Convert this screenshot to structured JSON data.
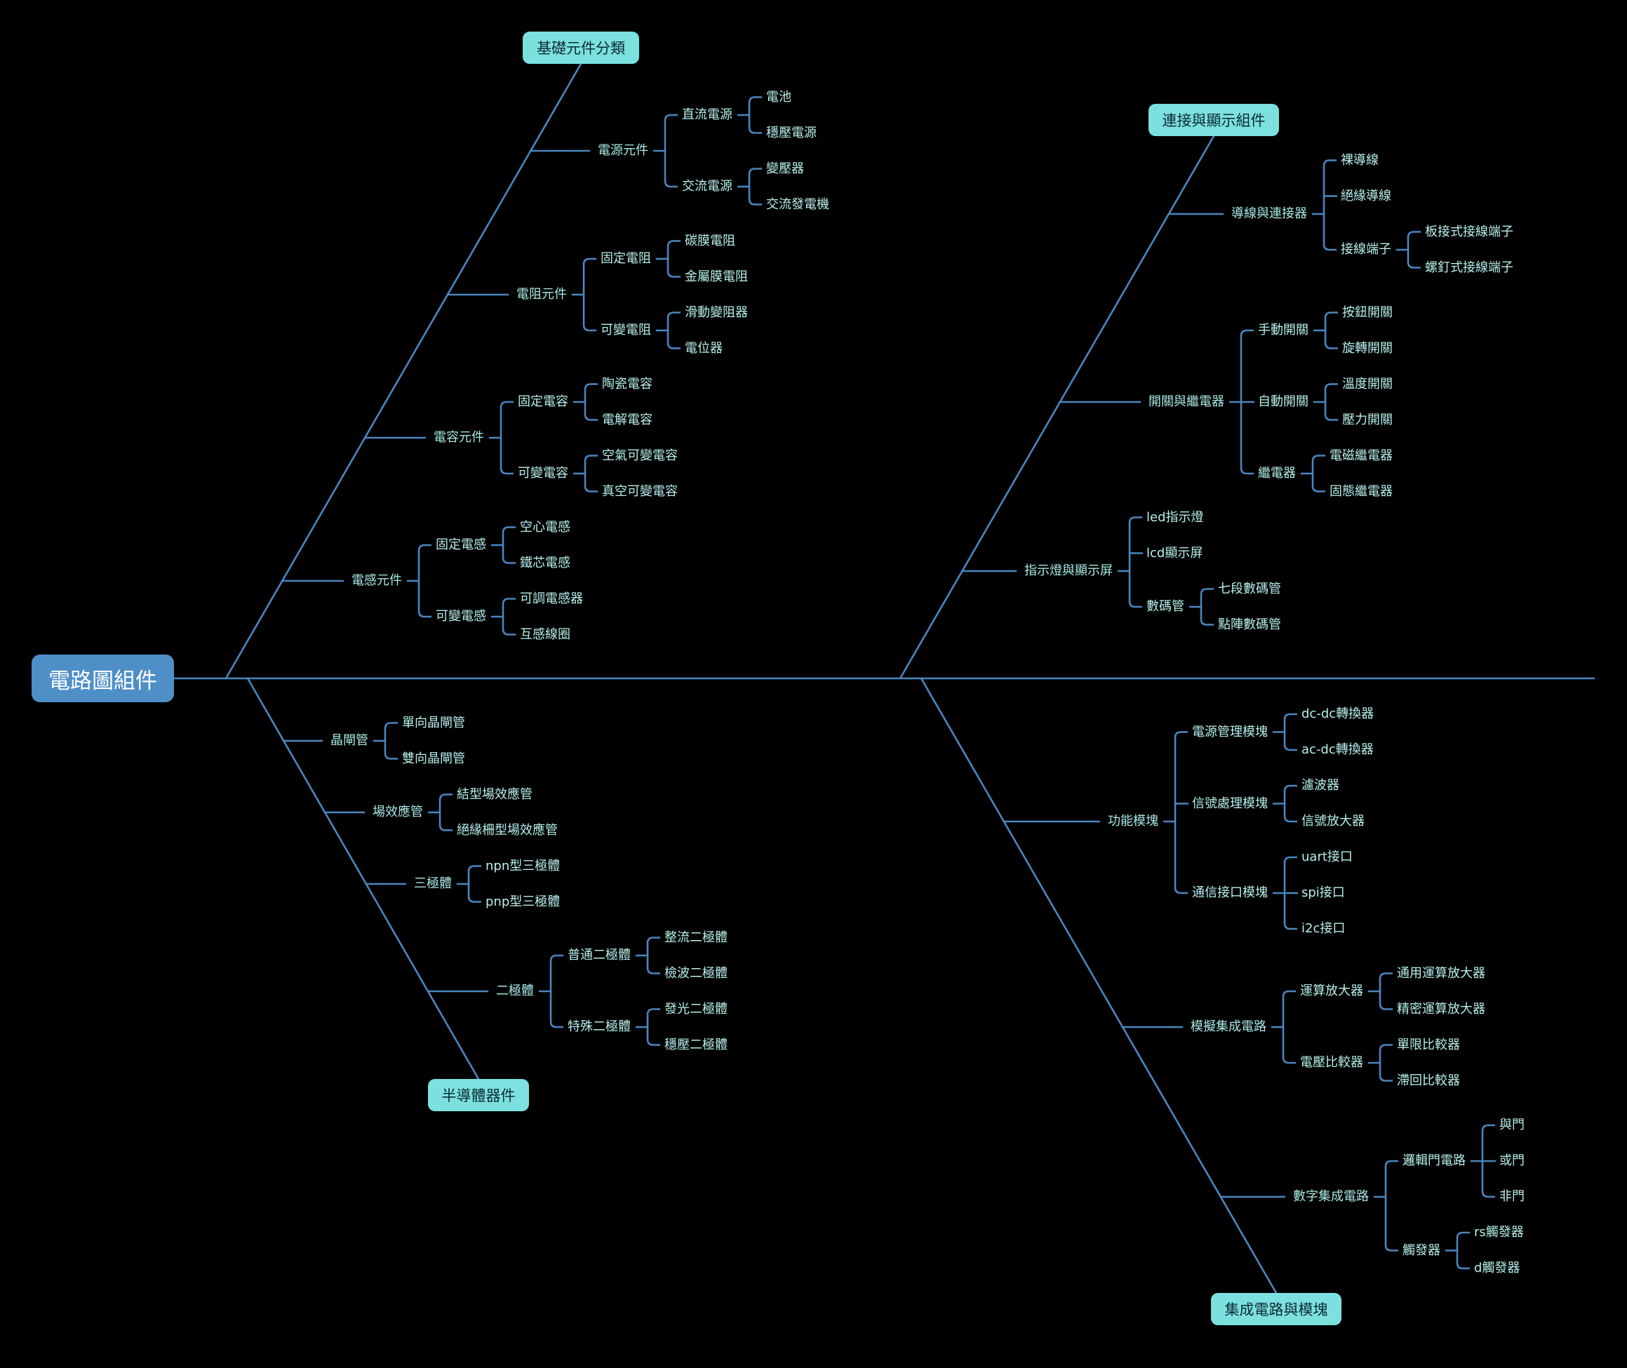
{
  "colors": {
    "background": "#000000",
    "line": "#4a86c0",
    "root_fill": "#4f8fc8",
    "main_fill": "#7ce0de",
    "text": "#a8eae6"
  },
  "root": {
    "label": "電路圖組件"
  },
  "branches": [
    {
      "id": "basic",
      "label": "基礎元件分類",
      "children": [
        {
          "label": "電源元件",
          "children": [
            {
              "label": "直流電源",
              "children": [
                {
                  "label": "電池"
                },
                {
                  "label": "穩壓電源"
                }
              ]
            },
            {
              "label": "交流電源",
              "children": [
                {
                  "label": "變壓器"
                },
                {
                  "label": "交流發電機"
                }
              ]
            }
          ]
        },
        {
          "label": "電阻元件",
          "children": [
            {
              "label": "固定電阻",
              "children": [
                {
                  "label": "碳膜電阻"
                },
                {
                  "label": "金屬膜電阻"
                }
              ]
            },
            {
              "label": "可變電阻",
              "children": [
                {
                  "label": "滑動變阻器"
                },
                {
                  "label": "電位器"
                }
              ]
            }
          ]
        },
        {
          "label": "電容元件",
          "children": [
            {
              "label": "固定電容",
              "children": [
                {
                  "label": "陶瓷電容"
                },
                {
                  "label": "電解電容"
                }
              ]
            },
            {
              "label": "可變電容",
              "children": [
                {
                  "label": "空氣可變電容"
                },
                {
                  "label": "真空可變電容"
                }
              ]
            }
          ]
        },
        {
          "label": "電感元件",
          "children": [
            {
              "label": "固定電感",
              "children": [
                {
                  "label": "空心電感"
                },
                {
                  "label": "鐵芯電感"
                }
              ]
            },
            {
              "label": "可變電感",
              "children": [
                {
                  "label": "可調電感器"
                },
                {
                  "label": "互感線圈"
                }
              ]
            }
          ]
        }
      ]
    },
    {
      "id": "connect",
      "label": "連接與顯示組件",
      "children": [
        {
          "label": "導線與連接器",
          "children": [
            {
              "label": "裸導線"
            },
            {
              "label": "絕緣導線"
            },
            {
              "label": "接線端子",
              "children": [
                {
                  "label": "板接式接線端子"
                },
                {
                  "label": "螺釘式接線端子"
                }
              ]
            }
          ]
        },
        {
          "label": "開關與繼電器",
          "children": [
            {
              "label": "手動開關",
              "children": [
                {
                  "label": "按鈕開關"
                },
                {
                  "label": "旋轉開關"
                }
              ]
            },
            {
              "label": "自動開關",
              "children": [
                {
                  "label": "溫度開關"
                },
                {
                  "label": "壓力開關"
                }
              ]
            },
            {
              "label": "繼電器",
              "children": [
                {
                  "label": "電磁繼電器"
                },
                {
                  "label": "固態繼電器"
                }
              ]
            }
          ]
        },
        {
          "label": "指示燈與顯示屏",
          "children": [
            {
              "label": "led指示燈"
            },
            {
              "label": "lcd顯示屏"
            },
            {
              "label": "數碼管",
              "children": [
                {
                  "label": "七段數碼管"
                },
                {
                  "label": "點陣數碼管"
                }
              ]
            }
          ]
        }
      ]
    },
    {
      "id": "semi",
      "label": "半導體器件",
      "children": [
        {
          "label": "晶閘管",
          "children": [
            {
              "label": "單向晶閘管"
            },
            {
              "label": "雙向晶閘管"
            }
          ]
        },
        {
          "label": "場效應管",
          "children": [
            {
              "label": "結型場效應管"
            },
            {
              "label": "絕緣柵型場效應管"
            }
          ]
        },
        {
          "label": "三極體",
          "children": [
            {
              "label": "npn型三極體"
            },
            {
              "label": "pnp型三極體"
            }
          ]
        },
        {
          "label": "二極體",
          "children": [
            {
              "label": "普通二極體",
              "children": [
                {
                  "label": "整流二極體"
                },
                {
                  "label": "檢波二極體"
                }
              ]
            },
            {
              "label": "特殊二極體",
              "children": [
                {
                  "label": "發光二極體"
                },
                {
                  "label": "穩壓二極體"
                }
              ]
            }
          ]
        }
      ]
    },
    {
      "id": "ic",
      "label": "集成電路與模塊",
      "children": [
        {
          "label": "功能模塊",
          "children": [
            {
              "label": "電源管理模塊",
              "children": [
                {
                  "label": "dc-dc轉換器"
                },
                {
                  "label": "ac-dc轉換器"
                }
              ]
            },
            {
              "label": "信號處理模塊",
              "children": [
                {
                  "label": "濾波器"
                },
                {
                  "label": "信號放大器"
                }
              ]
            },
            {
              "label": "通信接口模塊",
              "children": [
                {
                  "label": "uart接口"
                },
                {
                  "label": "spi接口"
                },
                {
                  "label": "i2c接口"
                }
              ]
            }
          ]
        },
        {
          "label": "模擬集成電路",
          "children": [
            {
              "label": "運算放大器",
              "children": [
                {
                  "label": "通用運算放大器"
                },
                {
                  "label": "精密運算放大器"
                }
              ]
            },
            {
              "label": "電壓比較器",
              "children": [
                {
                  "label": "單限比較器"
                },
                {
                  "label": "滯回比較器"
                }
              ]
            }
          ]
        },
        {
          "label": "數字集成電路",
          "children": [
            {
              "label": "邏輯門電路",
              "children": [
                {
                  "label": "與門"
                },
                {
                  "label": "或門"
                },
                {
                  "label": "非門"
                }
              ]
            },
            {
              "label": "觸發器",
              "children": [
                {
                  "label": "rs觸發器"
                },
                {
                  "label": "d觸發器"
                }
              ]
            }
          ]
        }
      ]
    }
  ]
}
